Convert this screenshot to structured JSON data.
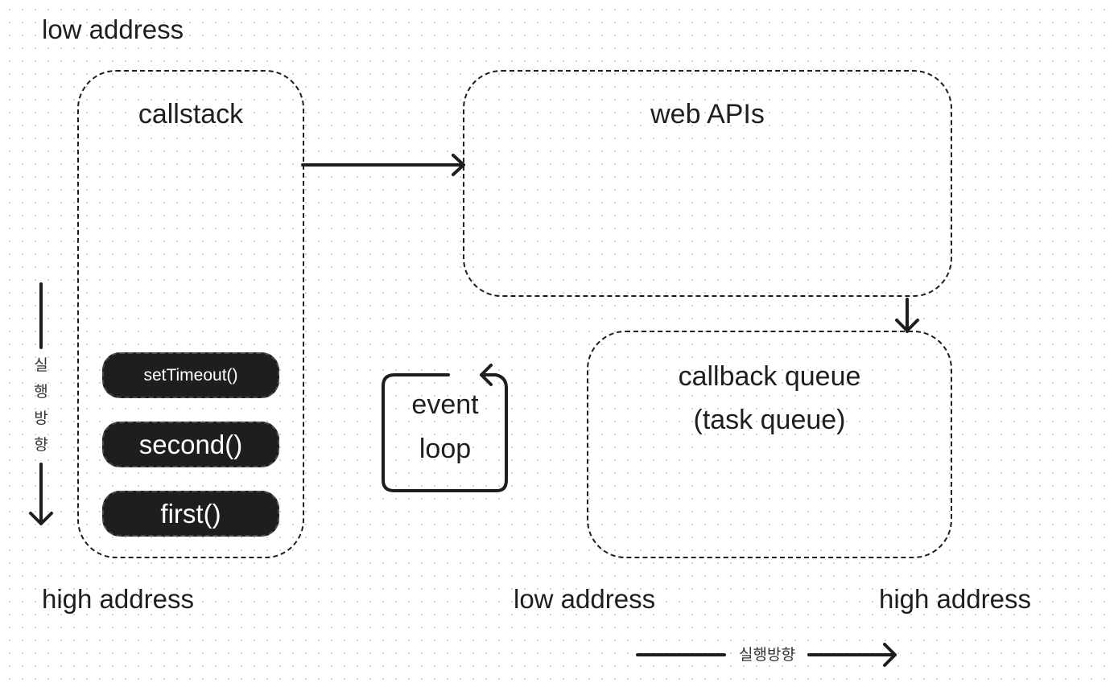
{
  "labels": {
    "low_address_top": "low address",
    "high_address_left": "high address",
    "low_address_queue": "low address",
    "high_address_queue": "high address"
  },
  "callstack": {
    "title": "callstack",
    "frames": [
      "setTimeout()",
      "second()",
      "first()"
    ]
  },
  "web_apis": {
    "title": "web APIs"
  },
  "callback_queue": {
    "title_line1": "callback queue",
    "title_line2": "(task queue)"
  },
  "event_loop": {
    "line1": "event",
    "line2": "loop"
  },
  "execution_direction": {
    "vertical_chars": [
      "실",
      "행",
      "방",
      "향"
    ],
    "horizontal_label": "실행방향"
  }
}
